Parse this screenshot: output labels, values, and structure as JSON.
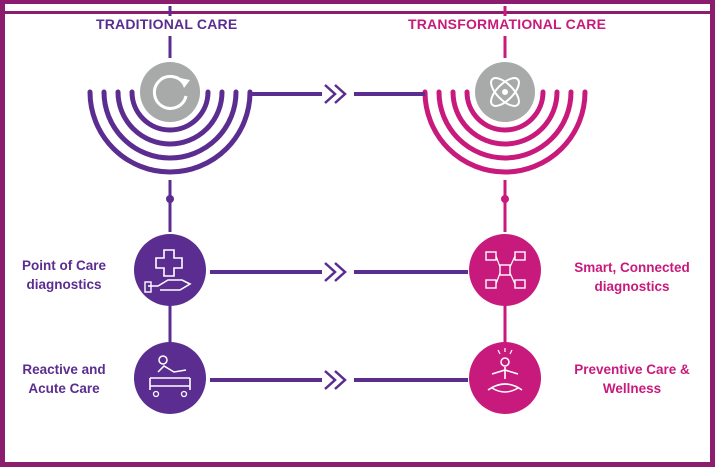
{
  "headings": {
    "left": "TRADITIONAL CARE",
    "right": "TRANSFORMATIONAL CARE"
  },
  "rows": [
    {
      "left_label": [
        "Point of Care",
        "diagnostics"
      ],
      "right_label": [
        "Smart, Connected",
        "diagnostics"
      ]
    },
    {
      "left_label": [
        "Reactive and",
        "Acute Care"
      ],
      "right_label": [
        "Preventive Care &",
        "Wellness"
      ]
    }
  ],
  "icons": {
    "traditional_top": "refresh-cycle-icon",
    "transformational_top": "atom-orbit-icon",
    "row1_left": "medical-cross-hand-icon",
    "row1_right": "connected-devices-icon",
    "row2_left": "patient-bed-icon",
    "row2_right": "meditation-wellness-icon",
    "arrows": "double-chevron-right-icon"
  },
  "colors": {
    "traditional": "#5b2d90",
    "transformational": "#c81a7c",
    "frame": "#8c1c6e",
    "icon_grey": "#a7aaa9"
  }
}
